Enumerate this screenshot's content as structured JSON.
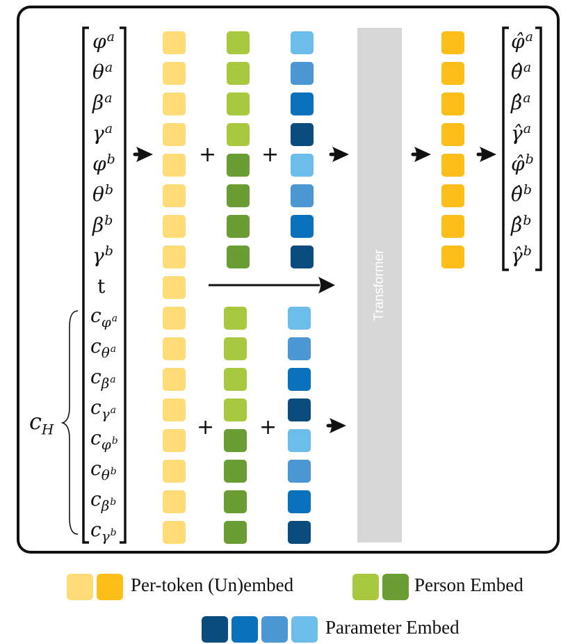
{
  "colors": {
    "token_light": "#FFDC78",
    "token_dark": "#FDBE1A",
    "person_light": "#A8C93F",
    "person_dark": "#6A9D33",
    "param_1": "#6CBDEA",
    "param_2": "#4A97D4",
    "param_3": "#0A72BC",
    "param_4": "#0B4C7E",
    "transformer": "#D7D7D7"
  },
  "inputs": {
    "pose": [
      {
        "base": "φ",
        "sup": "a"
      },
      {
        "base": "θ",
        "sup": "a"
      },
      {
        "base": "β",
        "sup": "a"
      },
      {
        "base": "γ",
        "sup": "a"
      },
      {
        "base": "φ",
        "sup": "b"
      },
      {
        "base": "θ",
        "sup": "b"
      },
      {
        "base": "β",
        "sup": "b"
      },
      {
        "base": "γ",
        "sup": "b"
      }
    ],
    "time": "t",
    "cond": [
      {
        "base": "c",
        "sub": "φ",
        "subsup": "a"
      },
      {
        "base": "c",
        "sub": "θ",
        "subsup": "a"
      },
      {
        "base": "c",
        "sub": "β",
        "subsup": "a"
      },
      {
        "base": "c",
        "sub": "γ",
        "subsup": "a"
      },
      {
        "base": "c",
        "sub": "φ",
        "subsup": "b"
      },
      {
        "base": "c",
        "sub": "θ",
        "subsup": "b"
      },
      {
        "base": "c",
        "sub": "β",
        "subsup": "b"
      },
      {
        "base": "c",
        "sub": "γ",
        "subsup": "b"
      }
    ],
    "cond_group": {
      "base": "c",
      "sub": "H"
    }
  },
  "outputs": [
    {
      "base": "φ̂",
      "sup": "a"
    },
    {
      "base": "θ̂",
      "sup": "a"
    },
    {
      "base": "β̂",
      "sup": "a"
    },
    {
      "base": "γ̂",
      "sup": "a"
    },
    {
      "base": "φ̂",
      "sup": "b"
    },
    {
      "base": "θ̂",
      "sup": "b"
    },
    {
      "base": "β̂",
      "sup": "b"
    },
    {
      "base": "γ̂",
      "sup": "b"
    }
  ],
  "operators": {
    "plus": "+"
  },
  "transformer_label": "Transformer",
  "legend": {
    "token": "Per-token (Un)embed",
    "person": "Person Embed",
    "param": "Parameter Embed"
  }
}
